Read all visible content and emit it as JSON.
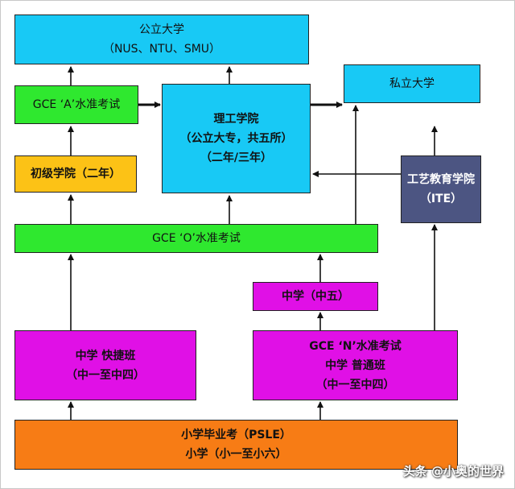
{
  "boxes": {
    "public_univ": {
      "line1": "公立大学",
      "line2": "（NUS、NTU、SMU）"
    },
    "private_univ": {
      "line1": "私立大学"
    },
    "gce_a": {
      "line1": "GCE ‘A’水准考试"
    },
    "polytechnic": {
      "line1": "理工学院",
      "line2": "（公立大专，共五所）",
      "line3": "（二年/三年）"
    },
    "junior_college": {
      "line1": "初级学院（二年）"
    },
    "ite": {
      "line1": "工艺教育学院",
      "line2": "（ITE）"
    },
    "gce_o": {
      "line1": "GCE ‘O’水准考试"
    },
    "sec5": {
      "line1": "中学（中五）"
    },
    "express": {
      "line1": "中学 快捷班",
      "line2": "（中一至中四）"
    },
    "normal": {
      "line1": "GCE ‘N’水准考试",
      "line2": "中学 普通班",
      "line3": "（中一至中四）"
    },
    "primary": {
      "line1": "小学毕业考（PSLE）",
      "line2": "小学（小一至小六）"
    }
  },
  "colors": {
    "cyan": "#18c9f5",
    "green": "#2fe82f",
    "yellow": "#fcc216",
    "magenta": "#e010e6",
    "orange": "#f77c15",
    "slate": "#4c5582",
    "arrow": "#111111"
  },
  "watermark": {
    "text": "头条 @小奥的世界"
  }
}
